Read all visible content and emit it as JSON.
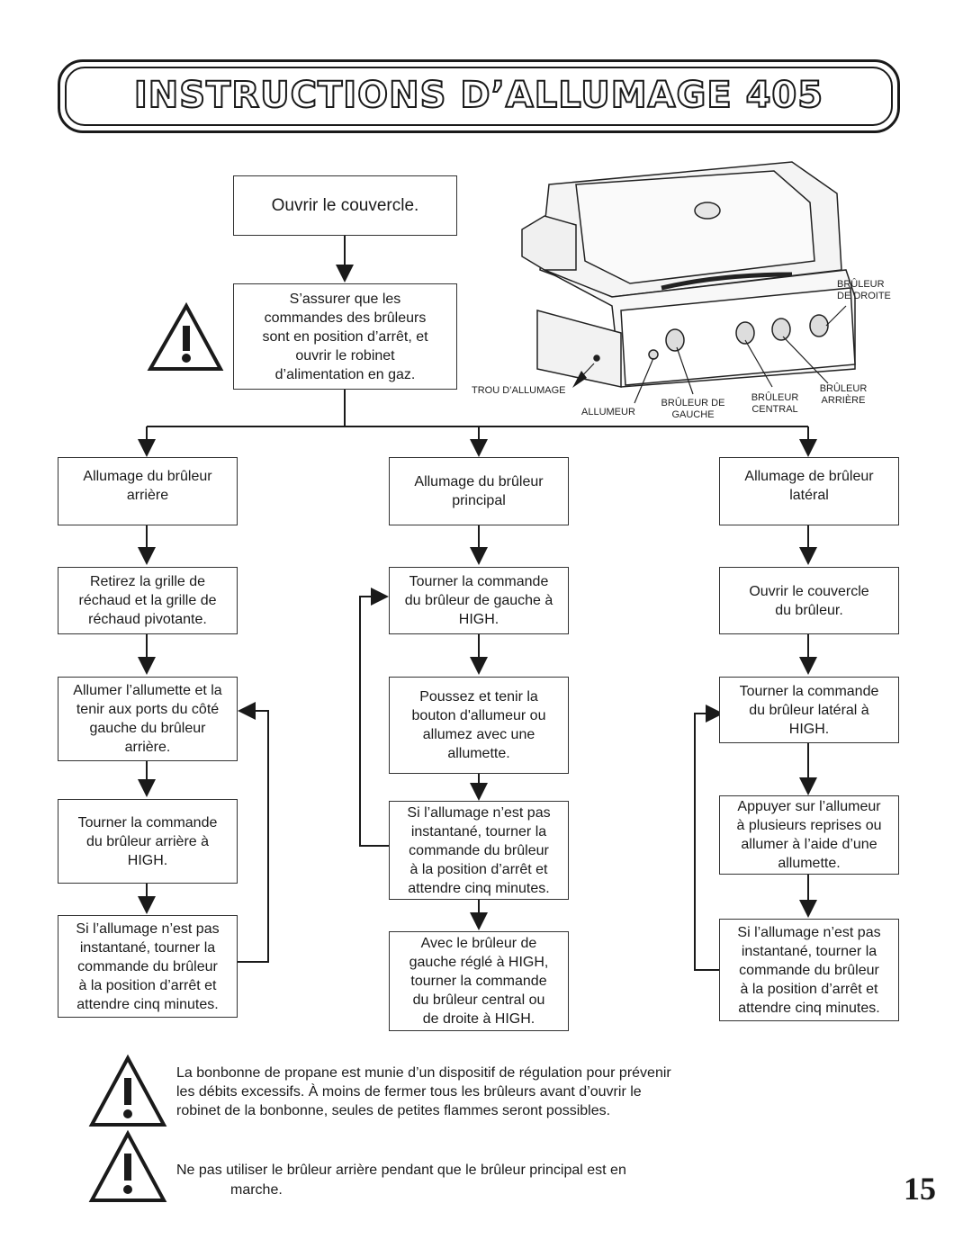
{
  "title": "INSTRUCTIONS D’ALLUMAGE 405",
  "page_number": "15",
  "flow": {
    "open_lid": "Ouvrir le couvercle.",
    "check_controls": "S’assurer que les\ncommandes des brûleurs\nsont en position d’arrêt, et\nouvrir le robinet\nd’alimentation en gaz.",
    "left": {
      "step1": "Allumage du brûleur\narrière",
      "step2": "Retirez la grille de\nréchaud et la grille de\nréchaud pivotante.",
      "step3": "Allumer l’allumette et la\ntenir aux ports du côté\ngauche du brûleur\narrière.",
      "step4": "Tourner la commande\ndu brûleur arrière à\nHIGH.",
      "step5": "Si l’allumage n’est pas\ninstantané, tourner la\ncommande du brûleur\nà la position d’arrêt et\nattendre cinq minutes."
    },
    "center": {
      "step1": "Allumage du brûleur\nprincipal",
      "step2": "Tourner la commande\ndu brûleur de gauche à\nHIGH.",
      "step3": "Poussez et tenir la\nbouton d'allumeur ou\nallumez avec une\nallumette.",
      "step4": "Si l’allumage n’est pas\ninstantané, tourner la\ncommande du brûleur\nà la position d’arrêt et\nattendre cinq minutes.",
      "step5": "Avec le brûleur de\ngauche réglé à HIGH,\ntourner la commande\ndu brûleur central ou\nde droite à HIGH."
    },
    "right": {
      "step1": "Allumage de brûleur\nlatéral",
      "step2": "Ouvrir le couvercle\ndu brûleur.",
      "step3": "Tourner la commande\ndu brûleur latéral à\nHIGH.",
      "step4": "Appuyer sur l’allumeur\nà plusieurs reprises ou\nallumer à l’aide d’une\nallumette.",
      "step5": "Si l’allumage n’est pas\ninstantané, tourner la\ncommande du brûleur\nà la position d’arrêt et\nattendre cinq minutes."
    }
  },
  "grill_labels": {
    "right_burner": "BRÛLEUR\nDE DROITE",
    "ignition_hole": "TROU D’ALLUMAGE",
    "igniter": "ALLUMEUR",
    "left_burner": "BRÛLEUR DE\nGAUCHE",
    "center_burner": "BRÛLEUR\nCENTRAL",
    "rear_burner": "BRÛLEUR\nARRIÈRE"
  },
  "warnings": {
    "propane": "La bonbonne de propane est munie d’un dispositif de régulation pour prévenir\nles débits excessifs.  À moins de fermer tous les brûleurs avant d’ouvrir le\nrobinet de la bonbonne, seules de petites flammes seront possibles.",
    "rear_burner_line1": "Ne pas utiliser le brûleur arrière pendant que le brûleur principal est en",
    "rear_burner_line2": "marche."
  }
}
